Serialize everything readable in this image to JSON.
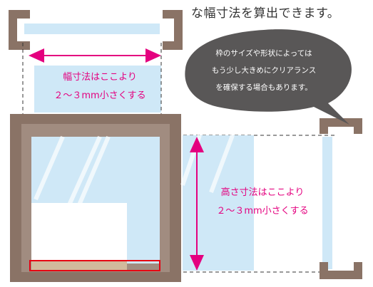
{
  "heading": "な幅寸法を算出できます。",
  "bubble": {
    "lines": [
      "枠のサイズや形状によっては",
      "もう少し大きめにクリアランス",
      "を確保する場合もあります。"
    ]
  },
  "width_note": {
    "line1": "幅寸法はここより",
    "line2": "２〜３mm小さくする"
  },
  "height_note": {
    "line1": "高さ寸法はここより",
    "line2": "２〜３mm小さくする"
  },
  "colors": {
    "frame": "#8a7366",
    "glass": "#cfe8f7",
    "accent": "#e4007f",
    "bubble": "#595757",
    "highlight": "#e60012"
  }
}
